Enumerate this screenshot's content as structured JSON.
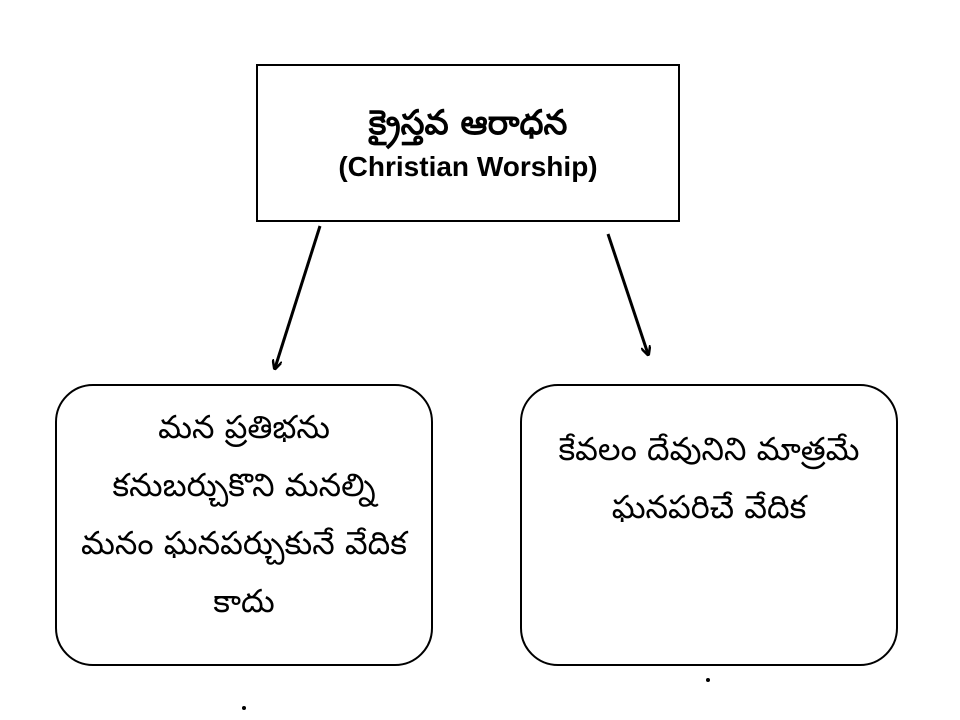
{
  "root": {
    "title": "క్రైస్తవ ఆరాధన",
    "subtitle": "(Christian Worship)"
  },
  "children": [
    {
      "text": "మన ప్రతిభను కనుబర్చుకొని మనల్ని మనం ఘనపర్చుకునే వేదిక కాదు"
    },
    {
      "text": "కేవలం దేవునిని మాత్రమే ఘనపరిచే వేదిక"
    }
  ]
}
